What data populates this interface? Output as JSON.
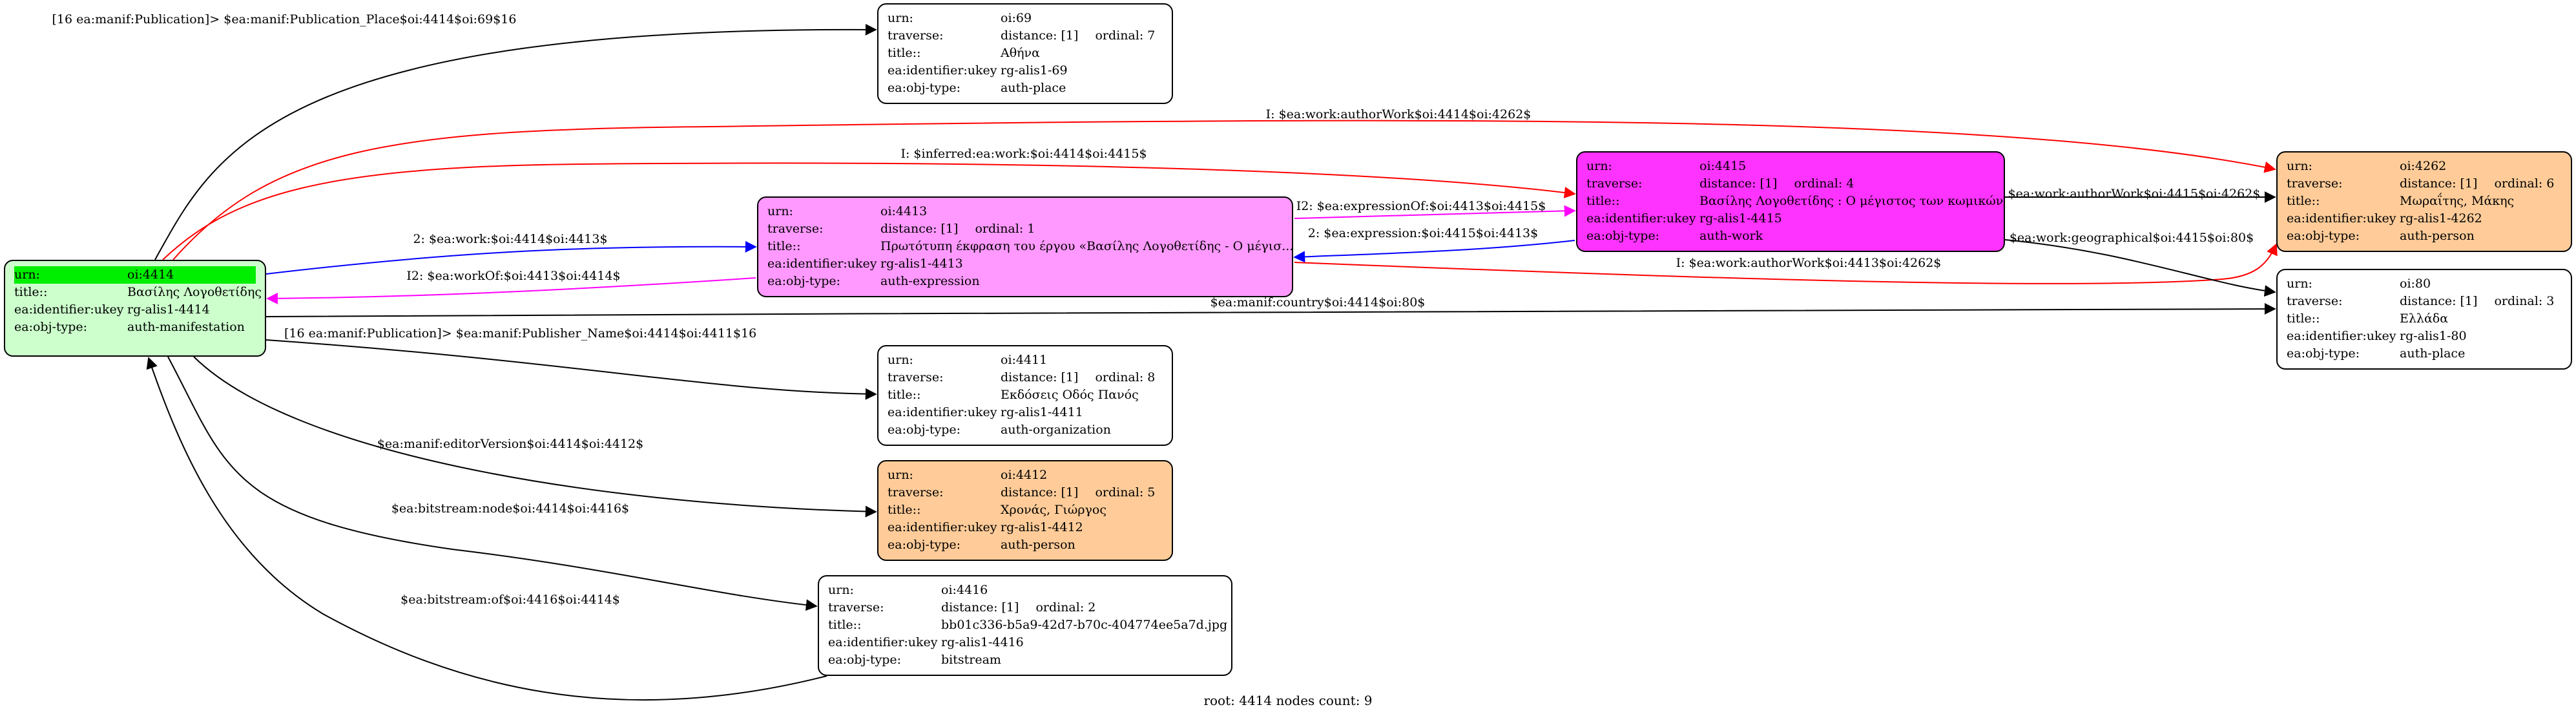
{
  "nodes": {
    "oi4414": {
      "urn_key": "urn:",
      "urn": "oi:4414",
      "title_key": "title::",
      "title": "Βασίλης Λογοθετίδης",
      "ukey_key": "ea:identifier:ukey",
      "ukey": "rg-alis1-4414",
      "type_key": "ea:obj-type:",
      "type": "auth-manifestation",
      "colors": {
        "fill": "#ccffcc",
        "highlight": "#00ee00"
      }
    },
    "oi69": {
      "urn_key": "urn:",
      "urn": "oi:69",
      "traverse_key": "traverse:",
      "distance": "distance: [1]",
      "ordinal": "ordinal: 7",
      "title_key": "title::",
      "title": "Αθήνα",
      "ukey_key": "ea:identifier:ukey",
      "ukey": "rg-alis1-69",
      "type_key": "ea:obj-type:",
      "type": "auth-place"
    },
    "oi4413": {
      "urn_key": "urn:",
      "urn": "oi:4413",
      "traverse_key": "traverse:",
      "distance": "distance: [1]",
      "ordinal": "ordinal: 1",
      "title_key": "title::",
      "title": "Πρωτότυπη έκφραση του έργου «Βασίλης Λογοθετίδης - Ο μέγισ...",
      "ukey_key": "ea:identifier:ukey",
      "ukey": "rg-alis1-4413",
      "type_key": "ea:obj-type:",
      "type": "auth-expression",
      "colors": {
        "fill": "#ff99ff"
      }
    },
    "oi4415": {
      "urn_key": "urn:",
      "urn": "oi:4415",
      "traverse_key": "traverse:",
      "distance": "distance: [1]",
      "ordinal": "ordinal: 4",
      "title_key": "title::",
      "title": "Βασίλης Λογοθετίδης : Ο μέγιστος των κωμικών",
      "ukey_key": "ea:identifier:ukey",
      "ukey": "rg-alis1-4415",
      "type_key": "ea:obj-type:",
      "type": "auth-work",
      "colors": {
        "fill": "#ff33ff"
      }
    },
    "oi4262": {
      "urn_key": "urn:",
      "urn": "oi:4262",
      "traverse_key": "traverse:",
      "distance": "distance: [1]",
      "ordinal": "ordinal: 6",
      "title_key": "title::",
      "title": "Μωραΐτης, Μάκης",
      "ukey_key": "ea:identifier:ukey",
      "ukey": "rg-alis1-4262",
      "type_key": "ea:obj-type:",
      "type": "auth-person",
      "colors": {
        "fill": "#ffcc99"
      }
    },
    "oi80": {
      "urn_key": "urn:",
      "urn": "oi:80",
      "traverse_key": "traverse:",
      "distance": "distance: [1]",
      "ordinal": "ordinal: 3",
      "title_key": "title::",
      "title": "Ελλάδα",
      "ukey_key": "ea:identifier:ukey",
      "ukey": "rg-alis1-80",
      "type_key": "ea:obj-type:",
      "type": "auth-place"
    },
    "oi4411": {
      "urn_key": "urn:",
      "urn": "oi:4411",
      "traverse_key": "traverse:",
      "distance": "distance: [1]",
      "ordinal": "ordinal: 8",
      "title_key": "title::",
      "title": "Εκδόσεις Οδός Πανός",
      "ukey_key": "ea:identifier:ukey",
      "ukey": "rg-alis1-4411",
      "type_key": "ea:obj-type:",
      "type": "auth-organization"
    },
    "oi4412": {
      "urn_key": "urn:",
      "urn": "oi:4412",
      "traverse_key": "traverse:",
      "distance": "distance: [1]",
      "ordinal": "ordinal: 5",
      "title_key": "title::",
      "title": "Χρονάς, Γιώργος",
      "ukey_key": "ea:identifier:ukey",
      "ukey": "rg-alis1-4412",
      "type_key": "ea:obj-type:",
      "type": "auth-person",
      "colors": {
        "fill": "#ffcc99"
      }
    },
    "oi4416": {
      "urn_key": "urn:",
      "urn": "oi:4416",
      "traverse_key": "traverse:",
      "distance": "distance: [1]",
      "ordinal": "ordinal: 2",
      "title_key": "title::",
      "title": "bb01c336-b5a9-42d7-b70c-404774ee5a7d.jpg",
      "ukey_key": "ea:identifier:ukey",
      "ukey": "rg-alis1-4416",
      "type_key": "ea:obj-type:",
      "type": "bitstream"
    }
  },
  "edges": [
    {
      "from": "oi4414",
      "to": "oi69",
      "color": "#000000",
      "label": "[16 ea:manif:Publication]> $ea:manif:Publication_Place$oi:4414$oi:69$16"
    },
    {
      "from": "oi4414",
      "to": "oi4262",
      "color": "#ff0000",
      "label": "I: $ea:work:authorWork$oi:4414$oi:4262$"
    },
    {
      "from": "oi4414",
      "to": "oi4415",
      "color": "#ff0000",
      "label": "I: $inferred:ea:work:$oi:4414$oi:4415$"
    },
    {
      "from": "oi4414",
      "to": "oi4413",
      "color": "#0000ff",
      "label": "2: $ea:work:$oi:4414$oi:4413$"
    },
    {
      "from": "oi4413",
      "to": "oi4414",
      "color": "#ff00ff",
      "label": "I2: $ea:workOf:$oi:4413$oi:4414$"
    },
    {
      "from": "oi4413",
      "to": "oi4415",
      "color": "#ff00ff",
      "label": "I2: $ea:expressionOf:$oi:4413$oi:4415$"
    },
    {
      "from": "oi4415",
      "to": "oi4413",
      "color": "#0000ff",
      "label": "2: $ea:expression:$oi:4415$oi:4413$"
    },
    {
      "from": "oi4413",
      "to": "oi4262",
      "color": "#ff0000",
      "label": "I: $ea:work:authorWork$oi:4413$oi:4262$"
    },
    {
      "from": "oi4415",
      "to": "oi4262",
      "color": "#000000",
      "label": "$ea:work:authorWork$oi:4415$oi:4262$"
    },
    {
      "from": "oi4415",
      "to": "oi80",
      "color": "#000000",
      "label": "$ea:work:geographical$oi:4415$oi:80$"
    },
    {
      "from": "oi4414",
      "to": "oi80",
      "color": "#000000",
      "label": "$ea:manif:country$oi:4414$oi:80$"
    },
    {
      "from": "oi4414",
      "to": "oi4411",
      "color": "#000000",
      "label": "[16 ea:manif:Publication]> $ea:manif:Publisher_Name$oi:4414$oi:4411$16"
    },
    {
      "from": "oi4414",
      "to": "oi4412",
      "color": "#000000",
      "label": "$ea:manif:editorVersion$oi:4414$oi:4412$"
    },
    {
      "from": "oi4414",
      "to": "oi4416",
      "color": "#000000",
      "label": "$ea:bitstream:node$oi:4414$oi:4416$"
    },
    {
      "from": "oi4416",
      "to": "oi4414",
      "color": "#000000",
      "label": "$ea:bitstream:of$oi:4416$oi:4414$"
    }
  ],
  "footer": "root: 4414 nodes count: 9"
}
